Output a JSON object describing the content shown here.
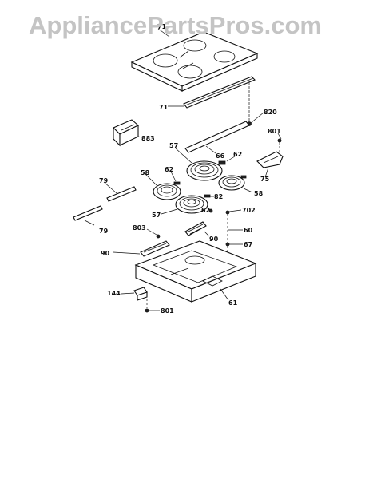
{
  "watermark": "AppliancePartsPros.com",
  "corner_mark": "",
  "callouts": {
    "c71": "71",
    "c820": "820",
    "c801_top": "801",
    "c883": "883",
    "c57_top": "57",
    "c66": "66",
    "c62_top": "62",
    "c75": "75",
    "c58_left": "58",
    "c62_left": "62",
    "c58_right": "58",
    "c79_top": "79",
    "c82": "82",
    "c57_bottom": "57",
    "c62_mid": "62",
    "c702": "702",
    "c79_bottom": "79",
    "c803": "803",
    "c90_right": "90",
    "c60": "60",
    "c67": "67",
    "c90_left": "90",
    "c144": "144",
    "c61": "61",
    "c801_bottom": "801"
  }
}
